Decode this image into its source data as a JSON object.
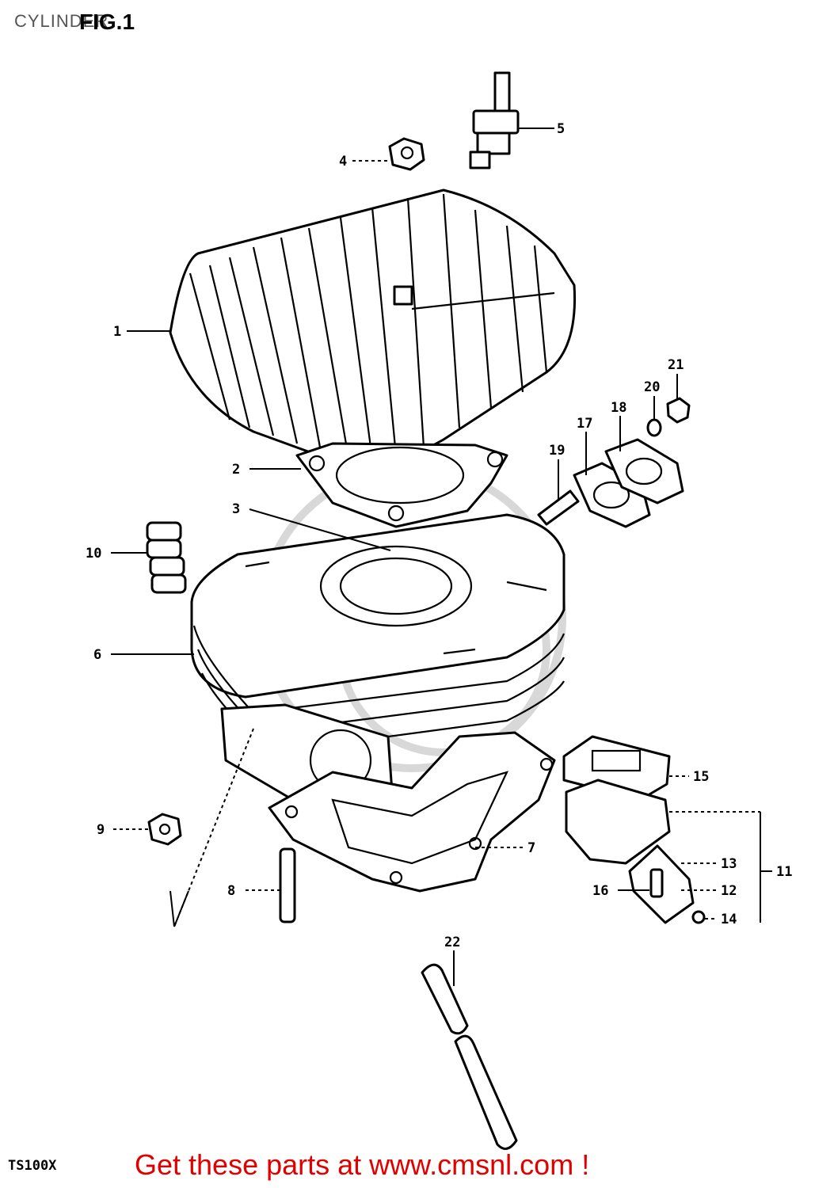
{
  "header": {
    "section_title": "CYLINDER",
    "figure_label": "FIG.1"
  },
  "model_code": "TS100X",
  "footer": {
    "link_text": "Get these parts at www.cmsnl.com !",
    "link_color": "#e00000"
  },
  "callouts": [
    {
      "id": "1",
      "label": "1"
    },
    {
      "id": "2",
      "label": "2"
    },
    {
      "id": "3",
      "label": "3"
    },
    {
      "id": "4",
      "label": "4"
    },
    {
      "id": "5",
      "label": "5"
    },
    {
      "id": "6",
      "label": "6"
    },
    {
      "id": "7",
      "label": "7"
    },
    {
      "id": "8",
      "label": "8"
    },
    {
      "id": "9",
      "label": "9"
    },
    {
      "id": "10",
      "label": "10"
    },
    {
      "id": "11",
      "label": "11"
    },
    {
      "id": "12",
      "label": "12"
    },
    {
      "id": "13",
      "label": "13"
    },
    {
      "id": "14",
      "label": "14"
    },
    {
      "id": "15",
      "label": "15"
    },
    {
      "id": "16",
      "label": "16"
    },
    {
      "id": "17",
      "label": "17"
    },
    {
      "id": "18",
      "label": "18"
    },
    {
      "id": "19",
      "label": "19"
    },
    {
      "id": "20",
      "label": "20"
    },
    {
      "id": "21",
      "label": "21"
    },
    {
      "id": "22",
      "label": "22"
    }
  ]
}
